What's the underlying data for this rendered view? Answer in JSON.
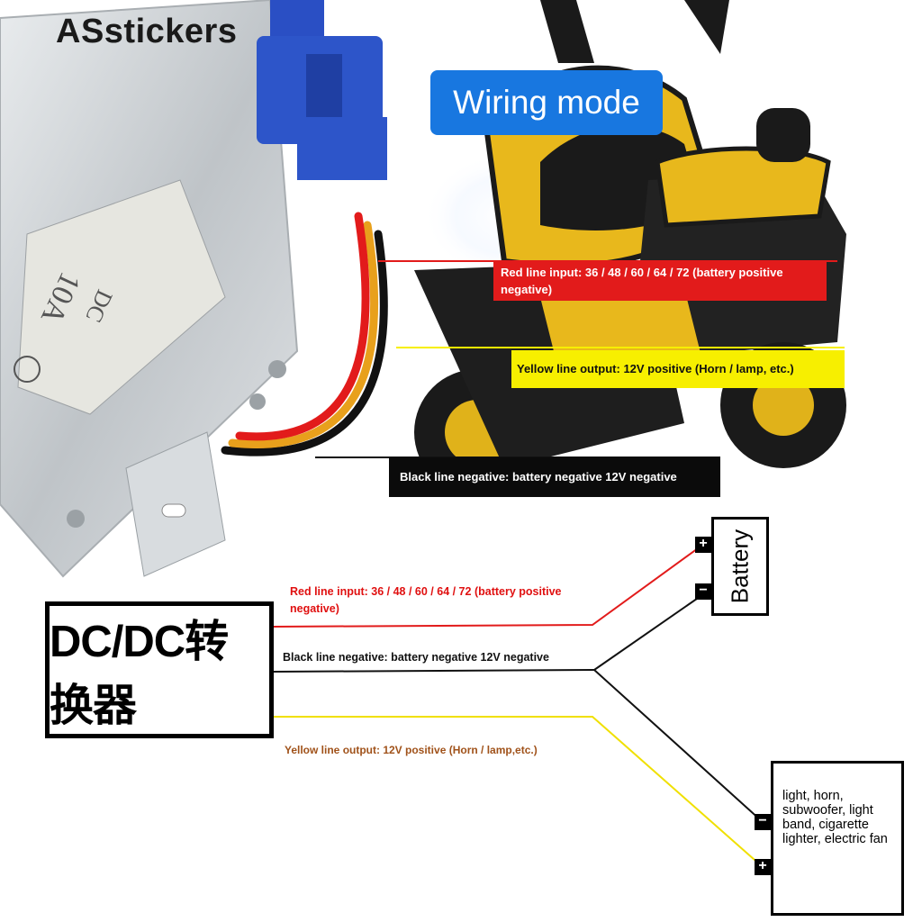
{
  "watermark": "ASstickers",
  "header": {
    "badge": "Wiring mode"
  },
  "photo_labels": {
    "red": "Red line input: 36 / 48 / 60 / 64 / 72 (battery positive negative)",
    "yellow": "Yellow line output: 12V positive (Horn / lamp, etc.)",
    "black": "Black line negative: battery negative 12V negative"
  },
  "diagram": {
    "converter_label": "DC/DC转换器",
    "red_label": "Red line input: 36 / 48 / 60 / 64 / 72 (battery positive negative)",
    "black_label": "Black line negative: battery negative 12V negative",
    "yellow_label": "Yellow line output: 12V positive (Horn / lamp,etc.)",
    "battery_label": "Battery",
    "load_label": "light, horn, subwoofer, light band, cigarette lighter, electric fan",
    "plus_symbol": "+",
    "minus_symbol": "−"
  },
  "colors": {
    "badge_blue": "#1877e0",
    "red_wire": "#e21b1b",
    "yellow_wire": "#f7ef00",
    "black_wire": "#0b0b0b",
    "scooter_yellow": "#e8b81c",
    "scooter_black": "#1a1a1a",
    "aluminum": "#cfd3d6",
    "connector_blue": "#2d55c9"
  }
}
